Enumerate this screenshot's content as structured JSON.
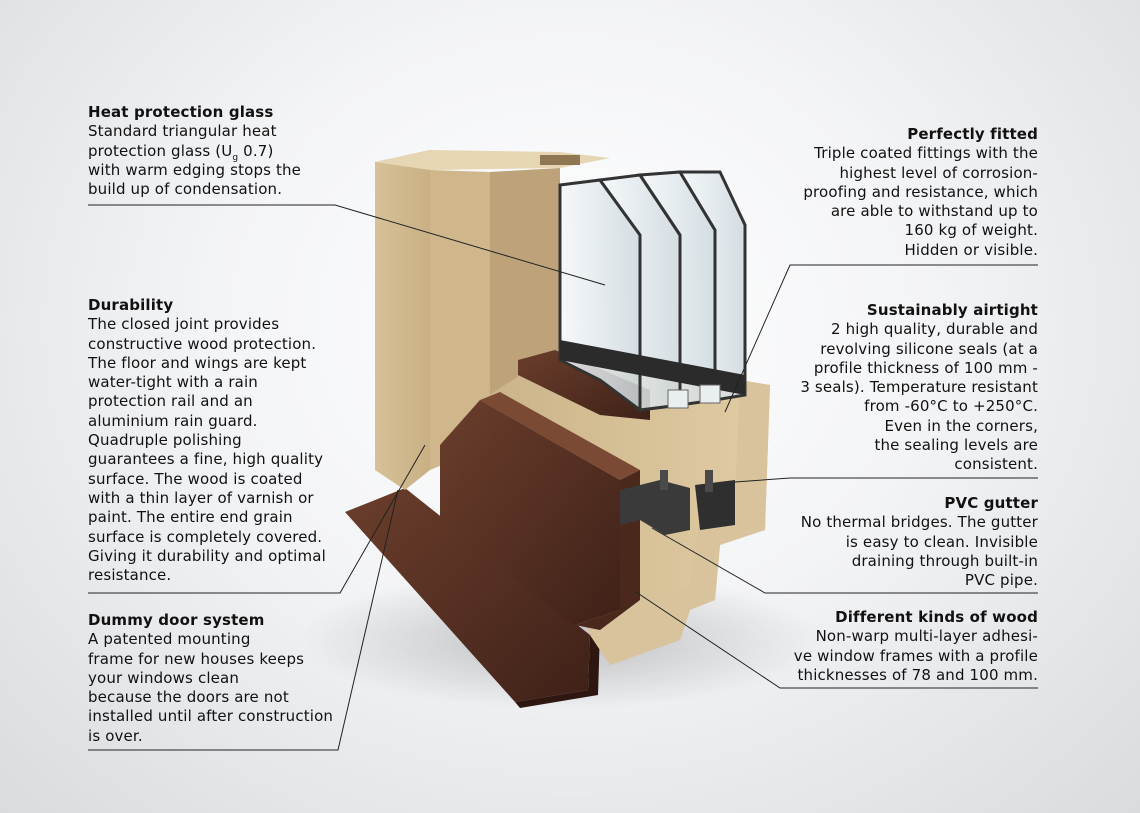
{
  "callouts": {
    "heat": {
      "title": "Heat protection glass",
      "l1": "Standard triangular heat",
      "l2a": "protection glass (U",
      "l2sub": "g",
      "l2b": " 0.7)",
      "l3": "with warm edging stops the",
      "l4": "build up of condensation."
    },
    "durability": {
      "title": "Durability",
      "lines": [
        "The closed joint provides",
        "constructive wood protection.",
        "The floor and wings are kept",
        "water-tight with a rain",
        "protection rail and an",
        "aluminium rain guard.",
        "Quadruple polishing",
        "guarantees a fine, high quality",
        "surface. The wood is coated",
        "with a thin layer of varnish or",
        "paint. The entire end grain",
        "surface is completely covered.",
        "Giving it durability and optimal",
        "resistance."
      ]
    },
    "dummy": {
      "title": "Dummy door system",
      "lines": [
        "A patented mounting",
        "frame for new houses keeps",
        "your windows clean",
        "because the doors are not",
        "installed until after construction",
        "is over."
      ]
    },
    "fitted": {
      "title": "Perfectly fitted",
      "lines": [
        "Triple coated fittings with the",
        "highest level of corrosion-",
        "proofing and resistance, which",
        "are able to withstand up to",
        "160 kg of weight.",
        "Hidden or visible."
      ]
    },
    "airtight": {
      "title": "Sustainably airtight",
      "lines": [
        "2 high quality, durable and",
        "revolving silicone seals (at a",
        "profile thickness of 100 mm -",
        "3 seals). Temperature resistant",
        "from -60°C to +250°C.",
        "Even in the corners,",
        "the sealing levels are",
        "consistent."
      ]
    },
    "gutter": {
      "title": "PVC gutter",
      "lines": [
        "No thermal bridges. The gutter",
        "is easy to clean. Invisible",
        "draining through built-in",
        "PVC pipe."
      ]
    },
    "wood": {
      "title": "Different kinds of wood",
      "lines": [
        "Non-warp multi-layer adhesi-",
        "ve window frames with a profile",
        "thicknesses of 78 and 100 mm."
      ]
    }
  },
  "colors": {
    "wood_light": "#d9c49c",
    "wood_mid": "#c8b083",
    "wood_dark": "#a88d63",
    "wood_brown": "#5a3426",
    "glass": "#dfe7ec",
    "spacer": "#2b2b2b",
    "leader": "#222222"
  }
}
